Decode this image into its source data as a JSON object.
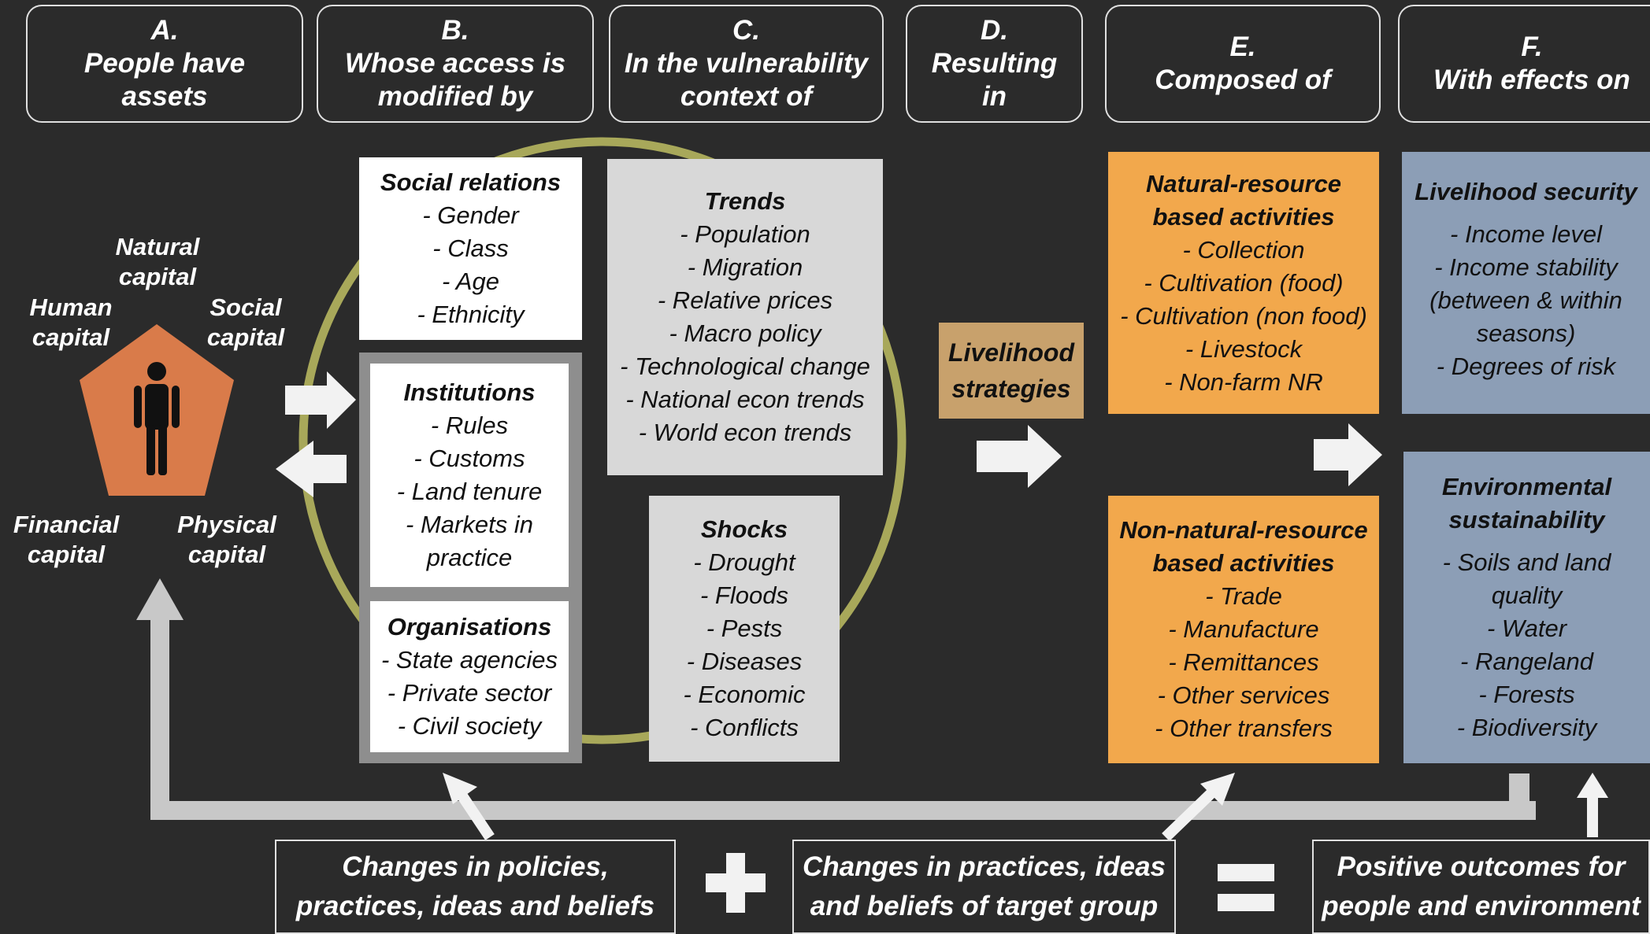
{
  "headers": [
    {
      "letter": "A.",
      "l1": "People have",
      "l2": "assets"
    },
    {
      "letter": "B.",
      "l1": "Whose access is",
      "l2": "modified by"
    },
    {
      "letter": "C.",
      "l1": "In the vulnerability",
      "l2": "context of"
    },
    {
      "letter": "D.",
      "l1": "Resulting",
      "l2": "in"
    },
    {
      "letter": "E.",
      "l1": "Composed of",
      "l2": ""
    },
    {
      "letter": "F.",
      "l1": "With effects on",
      "l2": ""
    }
  ],
  "capitals": {
    "natural": [
      "Natural",
      "capital"
    ],
    "human": [
      "Human",
      "capital"
    ],
    "social": [
      "Social",
      "capital"
    ],
    "financial": [
      "Financial",
      "capital"
    ],
    "physical": [
      "Physical",
      "capital"
    ]
  },
  "social_relations": {
    "title": "Social relations",
    "items": [
      "- Gender",
      "- Class",
      "- Age",
      "- Ethnicity"
    ]
  },
  "institutions": {
    "title": "Institutions",
    "items": [
      "- Rules",
      "- Customs",
      "- Land tenure",
      "- Markets in",
      "practice"
    ]
  },
  "organisations": {
    "title": "Organisations",
    "items": [
      "- State agencies",
      "- Private sector",
      "- Civil society"
    ]
  },
  "trends": {
    "title": "Trends",
    "items": [
      "- Population",
      "- Migration",
      "- Relative prices",
      "- Macro policy",
      "- Technological change",
      "- National econ trends",
      "- World econ trends"
    ]
  },
  "shocks": {
    "title": "Shocks",
    "items": [
      "- Drought",
      "- Floods",
      "- Pests",
      "- Diseases",
      "- Economic",
      "- Conflicts"
    ]
  },
  "livelihood_strategies": [
    "Livelihood",
    "strategies"
  ],
  "nr_activities": {
    "title1": "Natural-resource",
    "title2": "based activities",
    "items": [
      "- Collection",
      "- Cultivation (food)",
      "- Cultivation (non food)",
      "- Livestock",
      "- Non-farm NR"
    ]
  },
  "nnr_activities": {
    "title1": "Non-natural-resource",
    "title2": "based activities",
    "items": [
      "- Trade",
      "- Manufacture",
      "- Remittances",
      "- Other services",
      "- Other transfers"
    ]
  },
  "livelihood_security": {
    "title": "Livelihood security",
    "items": [
      "- Income level",
      "- Income stability",
      "(between & within",
      "seasons)",
      "- Degrees of risk"
    ]
  },
  "env_sustainability": {
    "title1": "Environmental",
    "title2": "sustainability",
    "items": [
      "- Soils and land",
      "quality",
      "- Water",
      "- Rangeland",
      "- Forests",
      "- Biodiversity"
    ]
  },
  "bottom": {
    "policies": [
      "Changes in policies,",
      "practices, ideas and beliefs"
    ],
    "practices": [
      "Changes in practices, ideas",
      "and beliefs of target group"
    ],
    "outcomes": [
      "Positive outcomes for",
      "people and environment"
    ]
  },
  "colors": {
    "background": "#2b2b2b",
    "orange": "#f2a84c",
    "blue": "#8c9eb6",
    "tan": "#c8a16c",
    "circle": "#a8a85a",
    "pentagon": "#d97b4a"
  }
}
